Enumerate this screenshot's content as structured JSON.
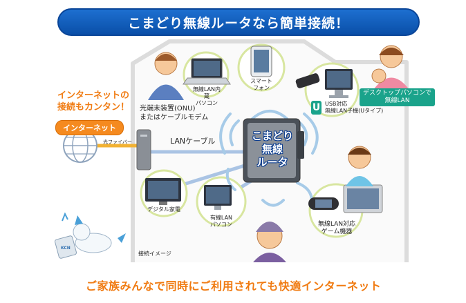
{
  "banner": {
    "title": "こまどり無線ルータなら簡単接続！"
  },
  "callout": {
    "text": "インターネットの\n接続もカンタン！"
  },
  "internet": {
    "label": "インターネット"
  },
  "fiber": {
    "label": "光ファイバー"
  },
  "onu": {
    "label": "光端末装置(ONU)\nまたはケーブルモデム"
  },
  "lan_cable": {
    "label": "LANケーブル"
  },
  "router": {
    "label": "こまどり\n無線\nルータ"
  },
  "devices": {
    "laptop": "無線LAN内蔵\nパソコン",
    "smartphone": "スマート\nフォン",
    "usb": "USB対応\n無線LAN子機(Uタイプ)",
    "usb_badge": "U",
    "desktop_badge": "デスクトップパソコンで\n無線LAN",
    "tv": "デジタル家電",
    "wired_pc": "有線LAN\nパソコン",
    "game": "無線LAN対応\nゲーム機器"
  },
  "caption": "接続イメージ",
  "mascot": {
    "text": "KCN"
  },
  "footer": "ご家族みんなで同時にご利用されても快適インターネット",
  "colors": {
    "banner": "#0a4fa8",
    "orange": "#f07b12",
    "green": "#1aa38b",
    "cable": "#aac4e4"
  }
}
